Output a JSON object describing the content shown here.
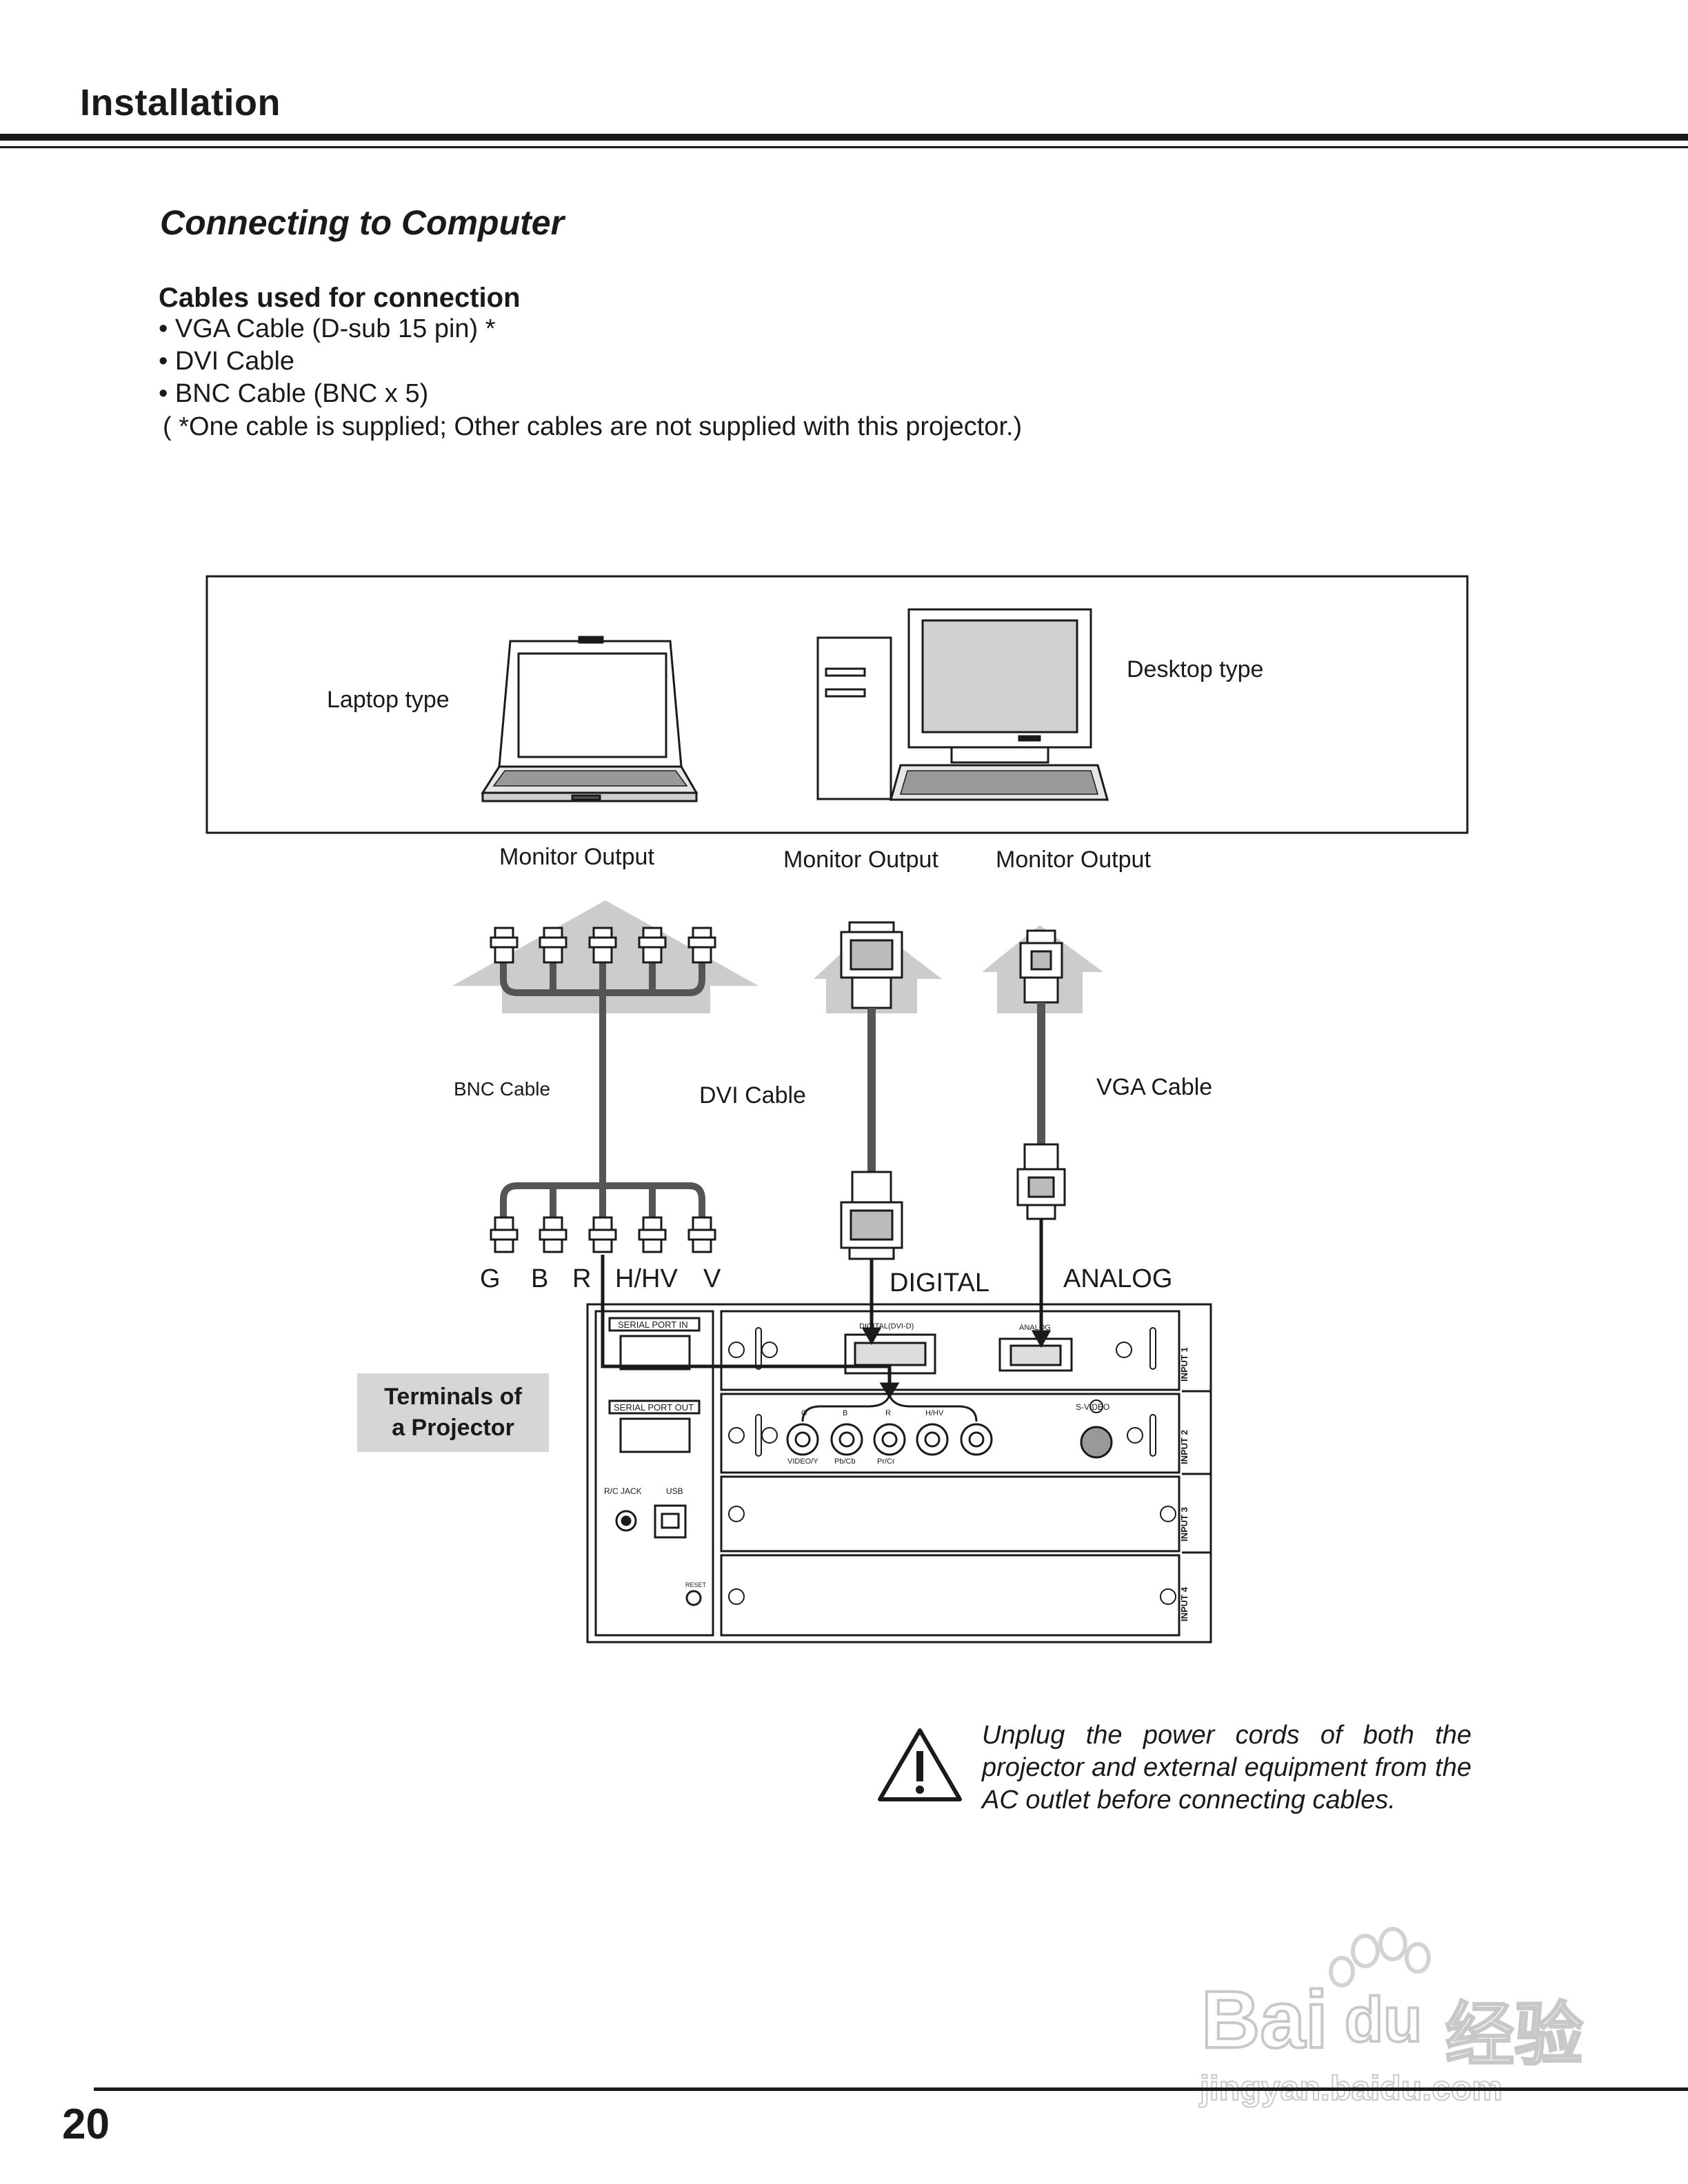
{
  "header": {
    "section_title": "Installation"
  },
  "page": {
    "subtitle": "Connecting to Computer",
    "page_number": "20"
  },
  "cables": {
    "heading": "Cables used for connection",
    "items": [
      "• VGA Cable (D-sub 15 pin) *",
      "• DVI Cable",
      "• BNC Cable (BNC x 5)"
    ],
    "note": "( *One cable is supplied; Other cables are not supplied with this projector.)"
  },
  "diagram": {
    "laptop_label": "Laptop type",
    "desktop_label": "Desktop type",
    "monitor_output_labels": [
      "Monitor Output",
      "Monitor Output",
      "Monitor Output"
    ],
    "bnc_cable_label": "BNC Cable",
    "dvi_cable_label": "DVI Cable",
    "vga_cable_label": "VGA Cable",
    "bnc_pins": [
      "G",
      "B",
      "R",
      "H/HV",
      "V"
    ],
    "digital_label": "DIGITAL",
    "analog_label": "ANALOG",
    "terminals_label_line1": "Terminals of",
    "terminals_label_line2": "a Projector",
    "panel": {
      "serial_in": "SERIAL PORT IN",
      "serial_out": "SERIAL PORT OUT",
      "rc_jack": "R/C JACK",
      "usb": "USB",
      "reset": "RESET",
      "digital_dvi": "DIGITAL(DVI-D)",
      "analog": "ANALOG",
      "s_video": "S-VIDEO",
      "input_labels": [
        "INPUT 1",
        "INPUT 2",
        "INPUT 3",
        "INPUT 4"
      ],
      "bnc_top_labels": [
        "G",
        "B",
        "R",
        "H/HV"
      ],
      "bnc_bottom_labels": [
        "VIDEO/Y",
        "Pb/Cb",
        "Pr/Cr"
      ]
    }
  },
  "warning": {
    "icon": "warning-triangle-icon",
    "text": "Unplug the power cords of both the projector and external equipment from the AC outlet before connecting cables."
  },
  "watermark": {
    "brand": "Bai",
    "brand2": "du",
    "cn": "经验",
    "url": "jingyan.baidu.com"
  }
}
